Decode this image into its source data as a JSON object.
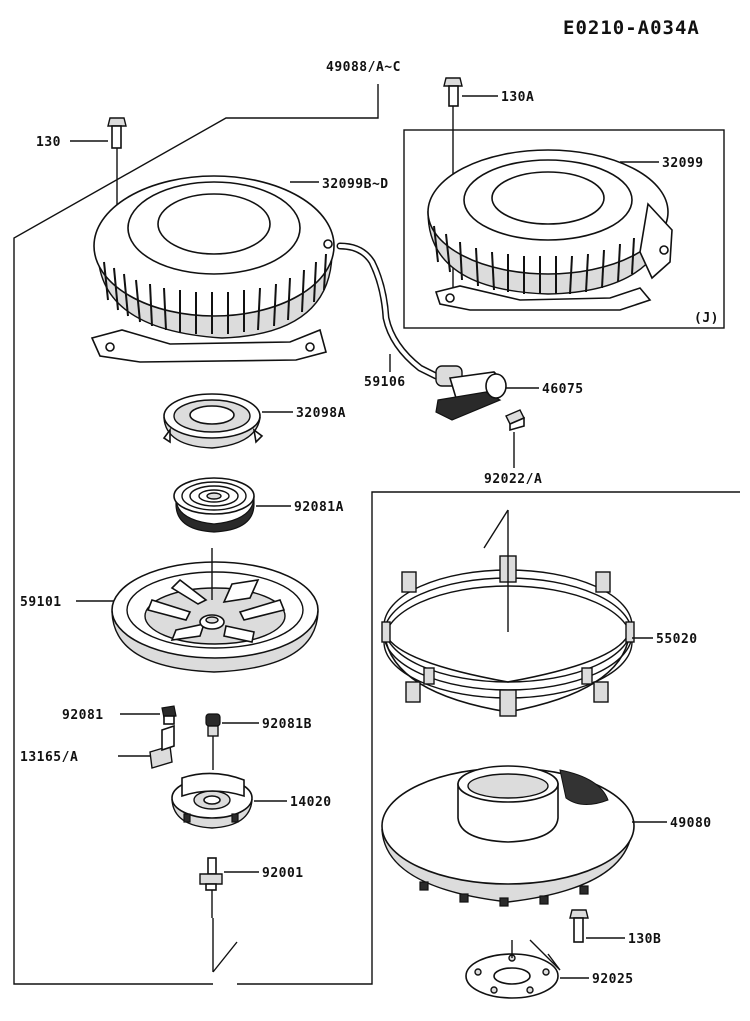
{
  "diagram_code": "E0210-A034A",
  "labels": {
    "p49088": "49088/A~C",
    "p130A": "130A",
    "p130": "130",
    "p32099BD": "32099B~D",
    "p32099": "32099",
    "pJ": "(J)",
    "p59106": "59106",
    "p46075": "46075",
    "p32098A": "32098A",
    "p92022": "92022/A",
    "p92081A": "92081A",
    "p59101": "59101",
    "p55020": "55020",
    "p92081": "92081",
    "p92081B": "92081B",
    "p13165": "13165/A",
    "p14020": "14020",
    "p92001": "92001",
    "p49080": "49080",
    "p130B": "130B",
    "p92025": "92025"
  }
}
